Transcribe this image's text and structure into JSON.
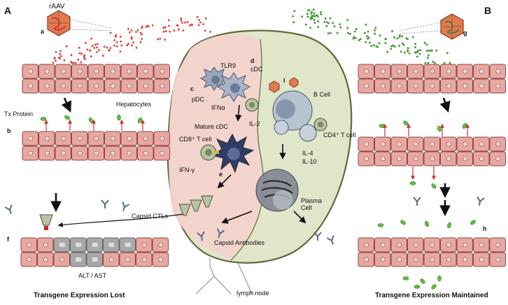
{
  "panels": {
    "left_letter": "A",
    "right_letter": "B",
    "left_caption": "Transgene Expression Lost",
    "right_caption": "Transgene Expression Maintained"
  },
  "labels": {
    "vector": "rAAV",
    "hepatocytes": "Hepatocytes",
    "tx_protein": "Tx Protein",
    "alt_ast": "ALT / AST",
    "capsid_ctls": "Capsid CTLs",
    "capsid_antibodies": "Capsid Antibodies",
    "lymph_node": "lymph node",
    "tlr9": "TLR9",
    "pdc": "pDC",
    "ifn_alpha": "IFNα",
    "cdc": "cDC",
    "mature_cdc": "Mature cDC",
    "il2": "IL-2",
    "cd8_t_cell": "CD8⁺ T cell",
    "ifn_gamma": "IFN-γ",
    "b_cell": "B Cell",
    "cd4_t_cell": "CD4⁺ T cell",
    "il4": "IL-4",
    "il10": "IL-10",
    "plasma_cell": "Plasma\nCell"
  },
  "step_letters": {
    "a": "a",
    "b": "b",
    "c": "c",
    "d": "d",
    "e": "e",
    "f": "f",
    "g": "g",
    "h": "h",
    "i": "i"
  },
  "colors": {
    "hepatocyte_fill": "#e8a7a1",
    "hepatocyte_stroke": "#8a4a45",
    "lymph_node_fill": "#dfe6c9",
    "lymph_zone_fill": "#f2d3cc",
    "vector_red": "#e53935",
    "vector_green": "#4c9a3a",
    "capsid_orange": "#e07a4f",
    "dc_fill": "#9aa6bd",
    "t_cell_fill": "#b9c2a5",
    "b_cell_fill": "#b7c3d0",
    "damaged_cell": "#a8a8a8"
  },
  "icons": [
    "rAAV-capsid-icon",
    "antibody-icon",
    "dendritic-cell-icon",
    "t-cell-icon",
    "b-cell-icon",
    "plasma-cell-icon",
    "arrow-icon"
  ]
}
